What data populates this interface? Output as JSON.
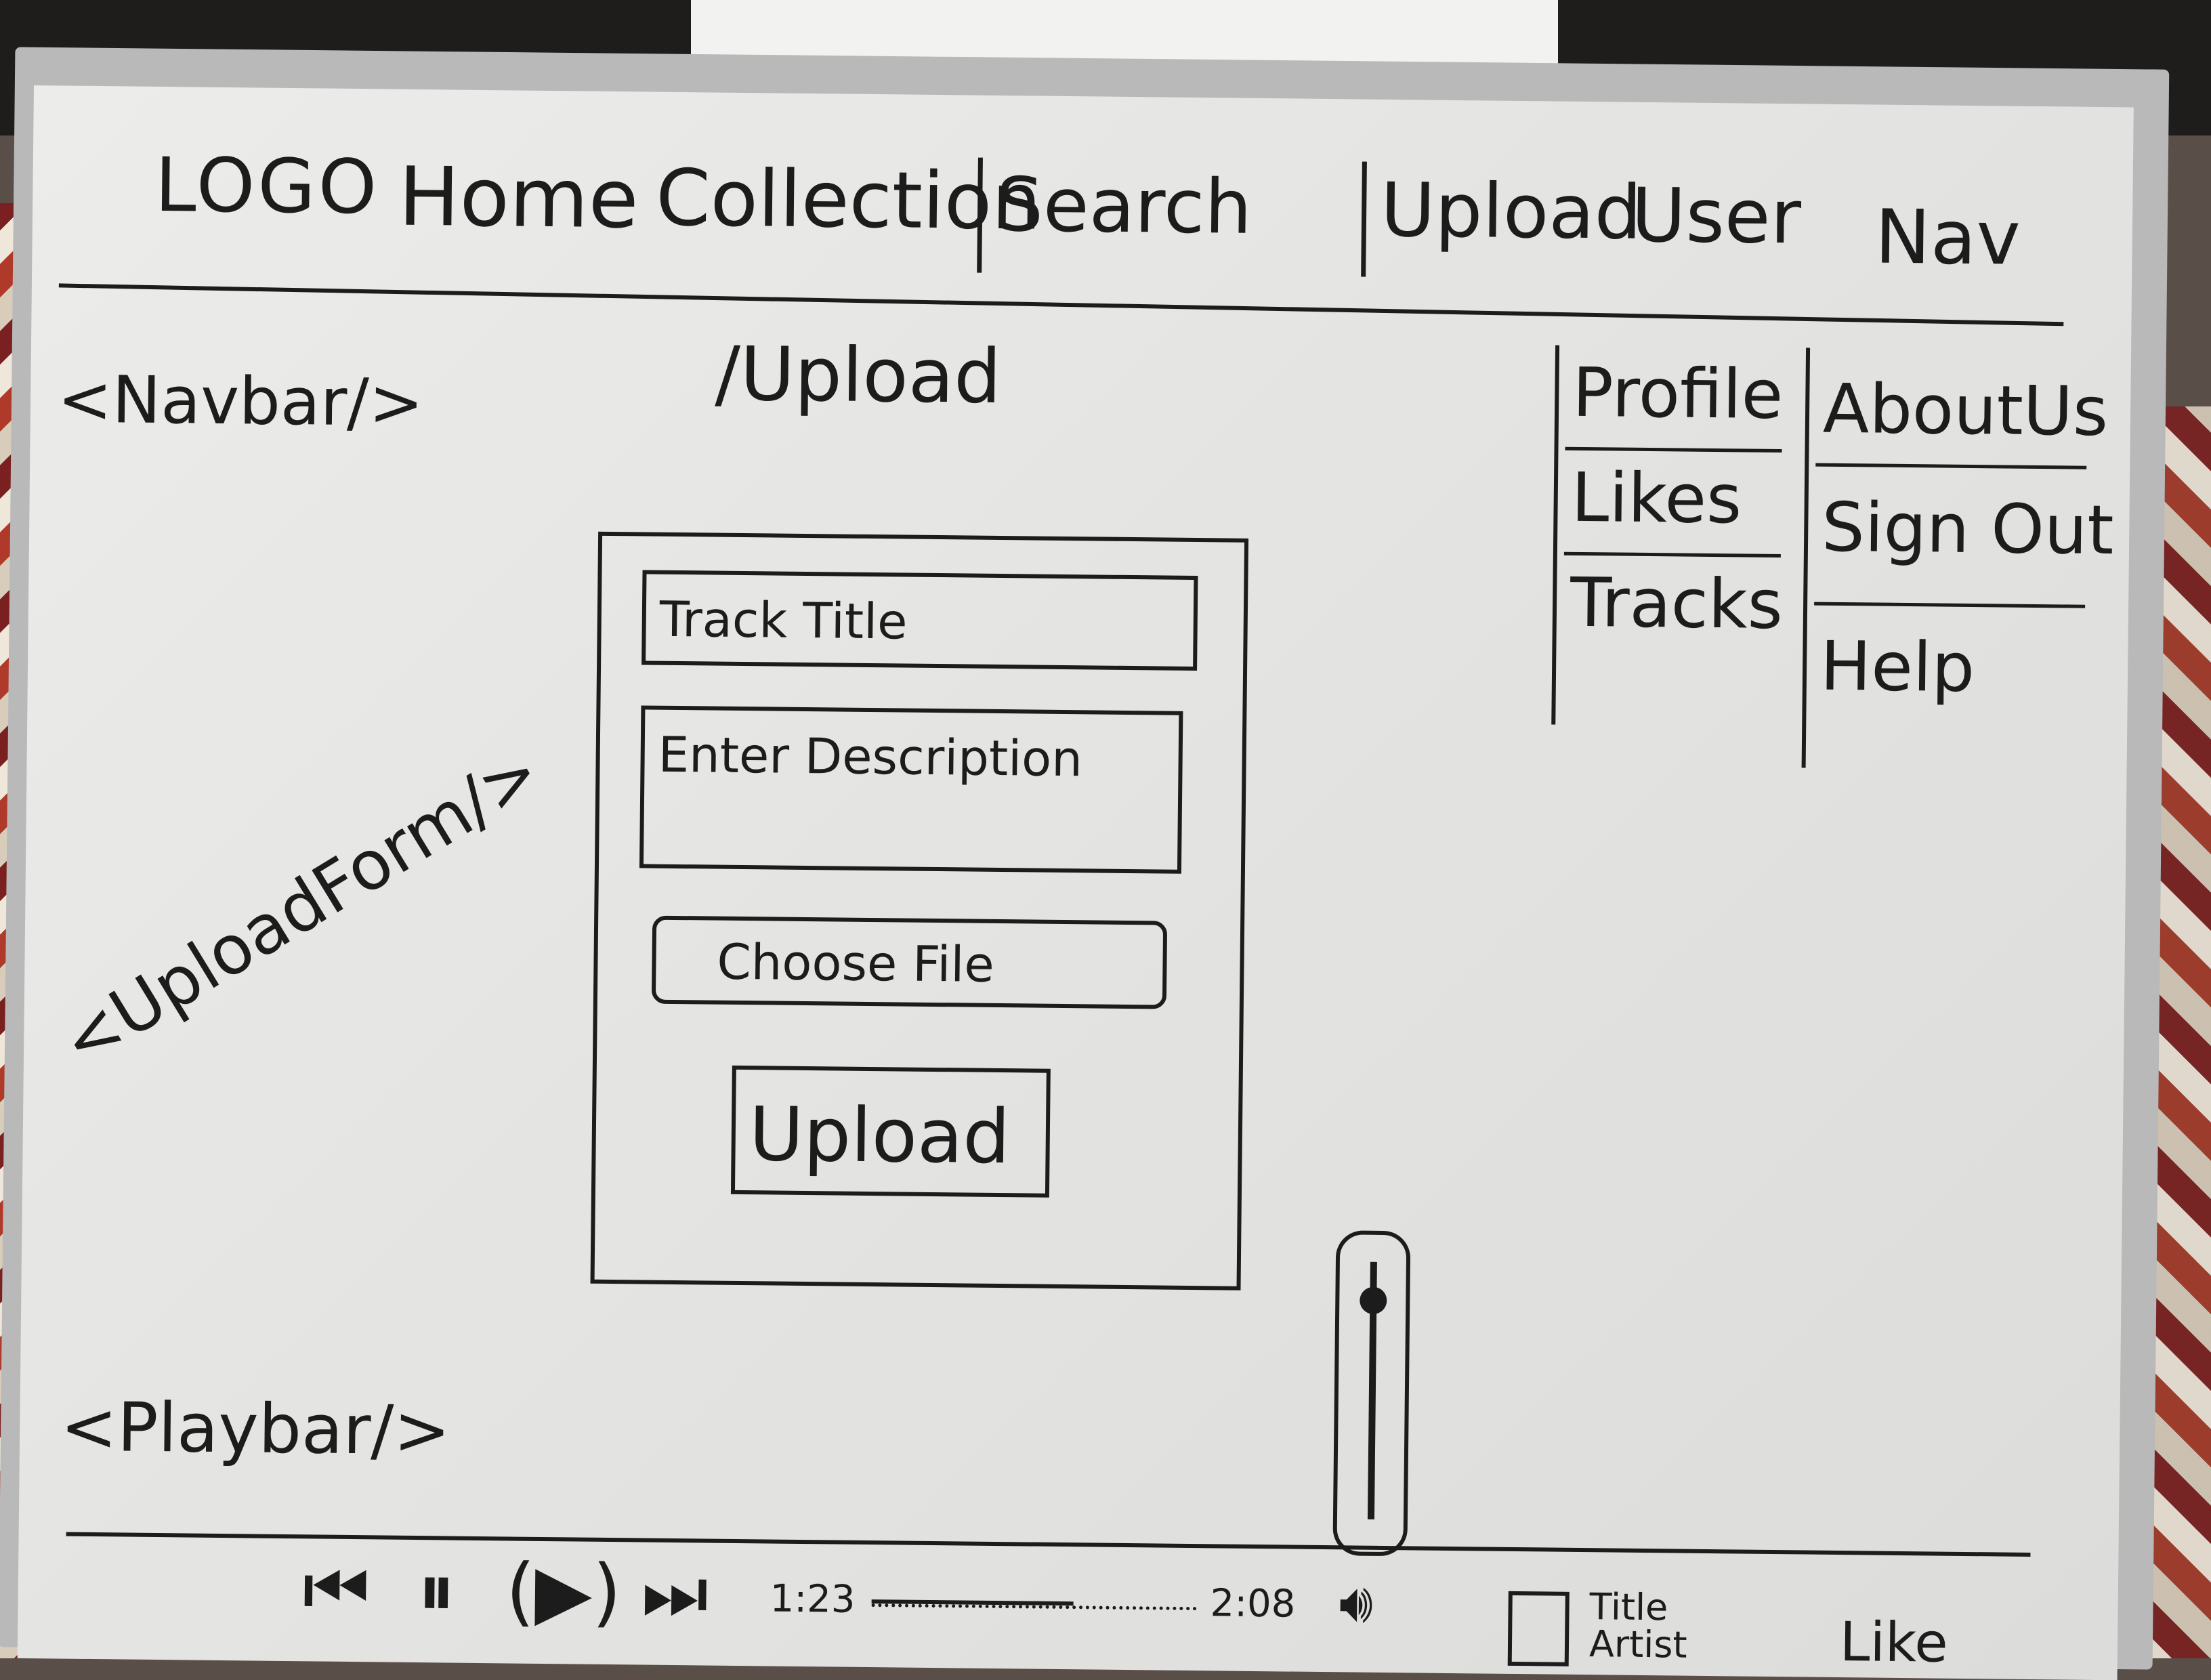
{
  "navbar": {
    "logo": "LOGO",
    "home": "Home",
    "collection": "Collection",
    "search_placeholder": "Search",
    "upload": "Upload",
    "user": "User",
    "nav": "Nav",
    "component_label": "<Navbar/>"
  },
  "route": "/Upload",
  "user_menu": [
    "Profile",
    "Likes",
    "Tracks"
  ],
  "nav_menu": [
    "AboutUs",
    "Sign Out",
    "Help"
  ],
  "upload_form": {
    "component_label": "<UploadForm/>",
    "title_placeholder": "Track Title",
    "description_placeholder": "Enter Description",
    "file_button": "Choose File",
    "submit_button": "Upload"
  },
  "playbar": {
    "component_label": "<Playbar/>",
    "elapsed": "1:23",
    "duration": "2:08",
    "track_title": "Title",
    "track_artist": "Artist",
    "like": "Like",
    "progress": 0.62,
    "volume_level": 0.85
  },
  "icons": {
    "prev": "skip-back-icon",
    "pause": "pause-icon",
    "play": "play-icon",
    "next": "skip-forward-icon",
    "volume": "volume-icon",
    "thumbnail": "album-art-icon"
  },
  "colors": {
    "ink": "#1c1c1c",
    "board": "#e8e8e6",
    "frame": "#b9b9b9"
  }
}
